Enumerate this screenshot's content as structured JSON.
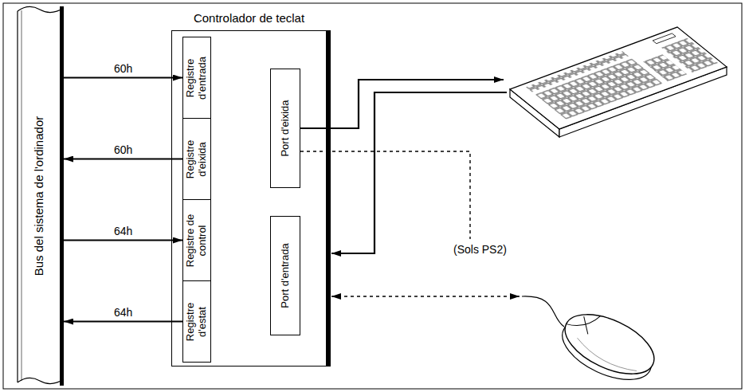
{
  "diagram": {
    "nodes": [
      {
        "text": [
          "Bus del sistema de l'ordinador"
        ]
      },
      {
        "text": [
          "Controlador de teclat"
        ]
      },
      {
        "text": [
          "Registre d'entrada"
        ],
        "in": 1
      },
      {
        "text": [
          "Registre d'eixida"
        ],
        "in": 1
      },
      {
        "text": [
          "Registre de control"
        ],
        "in": 1
      },
      {
        "text": [
          "Registre d'estat"
        ],
        "in": 1
      },
      {
        "text": [
          "Port d'eixida"
        ],
        "in": 1
      },
      {
        "text": [
          "Port d'entrada"
        ],
        "in": 1
      }
    ],
    "edges": [
      {
        "from": 0,
        "to": 2,
        "arrow": "to",
        "label": "60h"
      },
      {
        "from": 3,
        "to": 0,
        "arrow": "to",
        "label": "60h"
      },
      {
        "from": 0,
        "to": 4,
        "arrow": "to",
        "label": "64h"
      },
      {
        "from": 5,
        "to": 0,
        "arrow": "to",
        "label": "64h"
      }
    ],
    "labels": [
      "(Sols PS2)"
    ]
  }
}
